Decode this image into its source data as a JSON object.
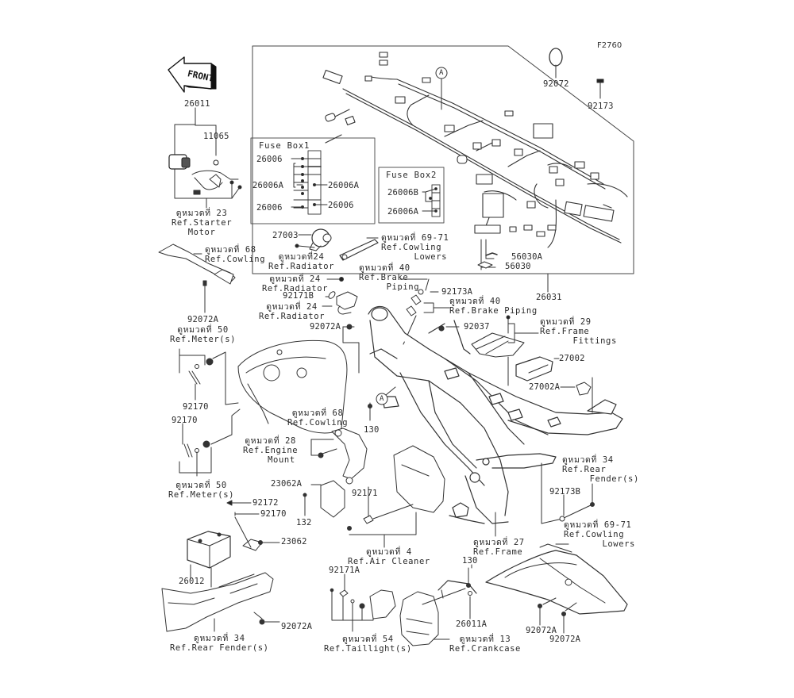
{
  "diagram": {
    "figure_code": "F2760",
    "front_label": "FRONT",
    "fuse_box1": {
      "title": "Fuse Box1",
      "labels": [
        "26006",
        "26006A",
        "26006A",
        "26006",
        "26006"
      ]
    },
    "fuse_box2": {
      "title": "Fuse Box2",
      "labels": [
        "26006B",
        "26006A"
      ]
    },
    "callout_marker": "A",
    "parts": {
      "p26011": "26011",
      "p11065": "11065",
      "p92072": "92072",
      "p92173": "92173",
      "p27003": "27003",
      "p92171B": "92171B",
      "p92173A": "92173A",
      "p56030A": "56030A",
      "p56030": "56030",
      "p26031": "26031",
      "p92072A_a": "92072A",
      "p92072A_b": "92072A",
      "p92037": "92037",
      "p27002": "27002",
      "p27002A": "27002A",
      "p92170_a": "92170",
      "p92170_b": "92170",
      "p130_a": "130",
      "p23062A": "23062A",
      "p92171": "92171",
      "p132": "132",
      "p92172": "92172",
      "p92170_c": "92170",
      "p23062": "23062",
      "p26012": "26012",
      "p92072A_c": "92072A",
      "p92171A": "92171A",
      "p130_b": "130",
      "p26011A": "26011A",
      "p92173B": "92173B",
      "p92072A_d": "92072A",
      "p92072A_e": "92072A"
    },
    "refs": {
      "starter_motor": "ดูหมวดที่ 23\nRef.Starter\nMotor",
      "cowling_68_a": "ดูหมวดที่ 68\nRef.Cowling",
      "meter_50_a": "ดูหมวดที่ 50\nRef.Meter(s)",
      "meter_50_b": "ดูหมวดที่ 50\nRef.Meter(s)",
      "radiator_24_a": "ดูหมวดที่24\nRef.Radiator",
      "radiator_24_b": "ดูหมวดที่ 24\nRef.Radiator",
      "radiator_24_c": "ดูหมวดที่ 24\nRef.Radiator",
      "cowling_lowers_a": "ดูหมวดที่ 69-71\nRef.Cowling\n      Lowers",
      "brake_piping_a": "ดูหมวดที่ 40\nRef.Brake\n     Piping",
      "brake_piping_b": "ดูหมวดที่ 40\nRef.Brake Piping",
      "frame_fittings": "ดูหมวดที่ 29\nRef.Frame\n      Fittings",
      "cowling_68_b": "ดูหมวดที่ 68\nRef.Cowling",
      "engine_mount": "ดูหมวดที่ 28\nRef.Engine\n    Mount",
      "rear_fender_a": "ดูหมวดที่ 34\nRef.Rear\n     Fender(s)",
      "cowling_lowers_b": "ดูหมวดที่ 69-71\nRef.Cowling\n       Lowers",
      "air_cleaner": "ดูหมวดที่ 4\nRef.Air Cleaner",
      "frame_27": "ดูหมวดที่ 27\nRef.Frame",
      "taillight": "ดูหมวดที่ 54\nRef.Taillight(s)",
      "crankcase": "ดูหมวดที่ 13\nRef.Crankcase",
      "rear_fender_b": "ดูหมวดที่ 34\nRef.Rear Fender(s)"
    }
  }
}
